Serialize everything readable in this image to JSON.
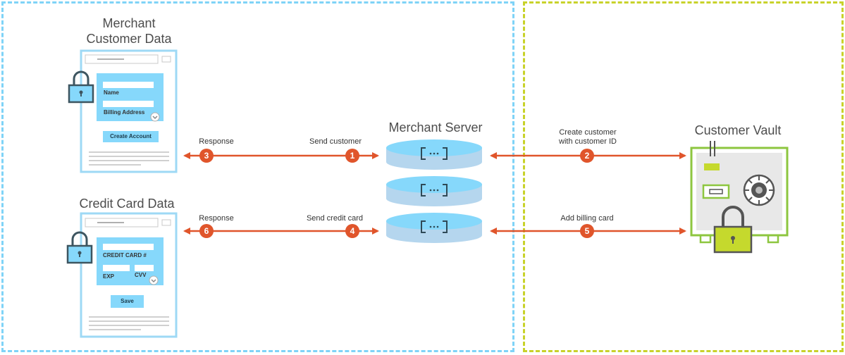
{
  "colors": {
    "merchant_zone": "#7fd3f7",
    "vault_zone": "#c8d22a",
    "arrow": "#e0552b",
    "form_bg": "#86d8fb",
    "vault_green": "#8dc63f",
    "vault_lock": "#c5d92d",
    "disk_top": "#86d8fb",
    "disk_body": "#b5d6ee"
  },
  "merchant_customer": {
    "title_line1": "Merchant",
    "title_line2": "Customer Data",
    "name_label": "Name",
    "billing_label": "Billing Address",
    "button_label": "Create Account"
  },
  "credit_card": {
    "title": "Credit Card Data",
    "card_label": "CREDIT CARD #",
    "exp_label": "EXP",
    "cvv_label": "CVV",
    "button_label": "Save"
  },
  "server": {
    "title": "Merchant Server"
  },
  "vault": {
    "title": "Customer Vault"
  },
  "flows": {
    "response_top": "Response",
    "send_customer": "Send customer",
    "response_bottom": "Response",
    "send_credit_card": "Send credit card",
    "create_customer_line1": "Create customer",
    "create_customer_line2": "with customer ID",
    "add_billing_card": "Add billing card"
  },
  "steps": {
    "one": "1",
    "two": "2",
    "three": "3",
    "four": "4",
    "five": "5",
    "six": "6"
  }
}
